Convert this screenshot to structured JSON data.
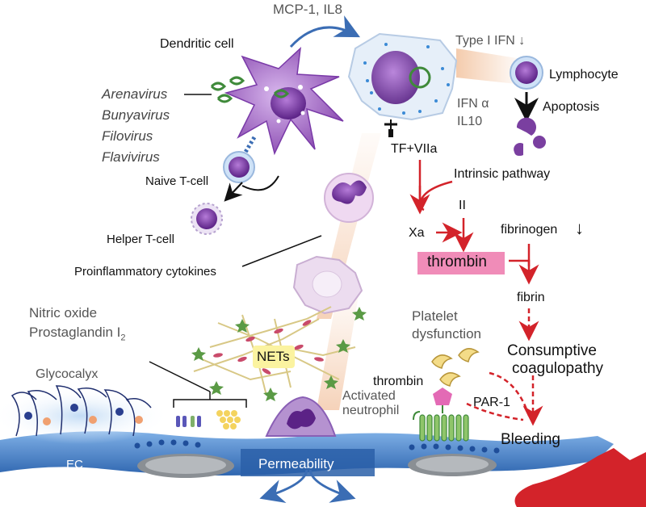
{
  "labels": {
    "mcp": "MCP-1, IL8",
    "dendritic": "Dendritic cell",
    "viruses": [
      "Arenavirus",
      "Bunyavirus",
      "Filovirus",
      "Flavivirus"
    ],
    "naive": "Naive T-cell",
    "helper": "Helper T-cell",
    "type1": "Type I IFN ↓",
    "lymphocyte": "Lymphocyte",
    "apoptosis": "Apoptosis",
    "ifn_a": "IFN α",
    "il10": "IL10",
    "tf": "TF+VIIa",
    "intrinsic": "Intrinsic pathway",
    "ii": "II",
    "xa": "Xa",
    "fibrinogen": "fibrinogen",
    "fibrinogen_arrow": "🠓",
    "thrombin": "thrombin",
    "fibrin": "fibrin",
    "procyto": "Proinflammatory cytokines",
    "nitric": "Nitric oxide",
    "prosta": "Prostaglandin I",
    "prosta_sub": "2",
    "platelet": "Platelet",
    "dysfunction": "dysfunction",
    "consumptive": "Consumptive",
    "coagulopathy": "coagulopathy",
    "glycocalyx": "Glycocalyx",
    "nets": "NETs",
    "activated": "Activated",
    "neutrophil": "neutrophil",
    "thrombin2": "thrombin",
    "par1": "PAR-1",
    "bleeding": "Bleeding",
    "ec": "EC",
    "permeability": "Permeability"
  },
  "colors": {
    "red_arrow": "#d3232a",
    "blue_arrow": "#3b6db4",
    "thrombin_box": "#f08cb8",
    "nets_box": "#fbf3a0",
    "cell_purple": "#8a4bb0",
    "endothelium": "#4a86c8"
  }
}
